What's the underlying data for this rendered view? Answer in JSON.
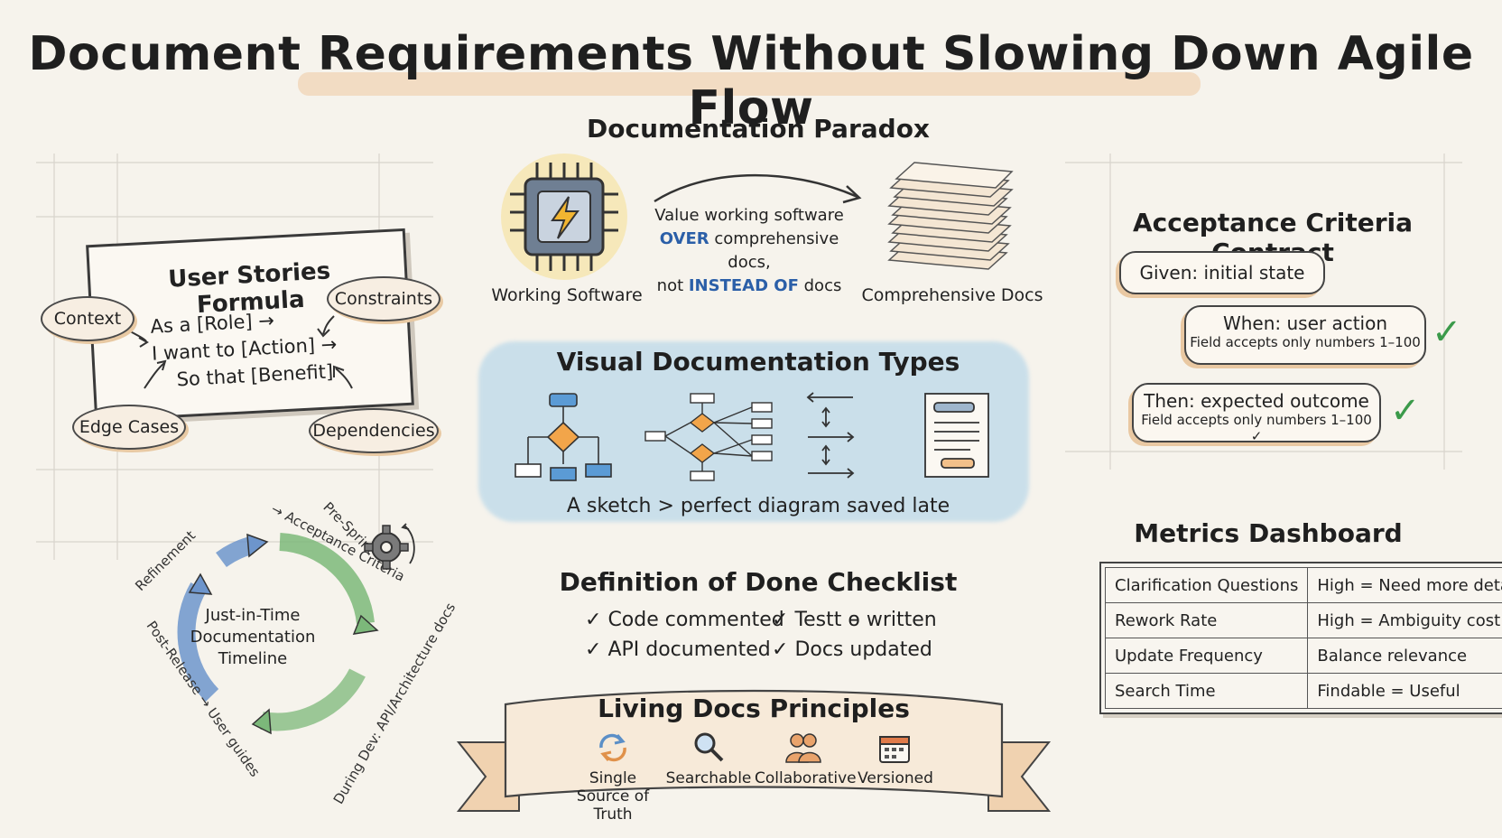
{
  "title": "Document Requirements Without Slowing Down Agile Flow",
  "paradox": {
    "title": "Documentation Paradox",
    "left_label": "Working Software",
    "right_label": "Comprehensive Docs",
    "line1": "Value working software",
    "line2_em": "OVER",
    "line2_rest": " comprehensive docs,",
    "line3_pre": "not ",
    "line3_em": "INSTEAD OF",
    "line3_rest": " docs",
    "accent_color": "#2b5fa8"
  },
  "user_stories": {
    "title": "User Stories Formula",
    "line1": "As a [Role] →",
    "line2": "I want to [Action] →",
    "line3": "So that [Benefit]",
    "nodes": {
      "context": "Context",
      "constraints": "Constraints",
      "edge_cases": "Edge Cases",
      "dependencies": "Dependencies"
    }
  },
  "visual_types": {
    "title": "Visual Documentation Types",
    "caption": "A sketch > perfect diagram saved late",
    "wash_color": "#bcd9ea"
  },
  "timeline": {
    "center_line1": "Just-in-Time",
    "center_line2": "Documentation",
    "center_line3": "Timeline",
    "top_right": "→ Acceptance Criteria",
    "top_right_2": "Pre-Sprint",
    "top_left": "Refinement",
    "bottom_left": "Post-Release → User guides",
    "bottom_right": "During Dev: API/Architecture docs",
    "gear_icon": "gear-icon"
  },
  "dod": {
    "title": "Definition of Done Checklist",
    "items": [
      "Code commented",
      "Testt ɵ written",
      "API documented",
      "Docs updated"
    ]
  },
  "living_docs": {
    "title": "Living Docs Principles",
    "principles": [
      {
        "icon": "sync-icon",
        "label": "Single Source of Truth"
      },
      {
        "icon": "magnifier-icon",
        "label": "Searchable"
      },
      {
        "icon": "people-icon",
        "label": "Collaborative"
      },
      {
        "icon": "calendar-icon",
        "label": "Versioned"
      }
    ]
  },
  "acceptance": {
    "title": "Acceptance Criteria Contract",
    "given": "Given: initial state",
    "when": "When: user action",
    "when_sub": "Field accepts only numbers 1–100",
    "then": "Then: expected outcome",
    "then_sub": "Field accepts only numbers 1–100 ✓",
    "check_color": "#3b9a4a"
  },
  "metrics": {
    "title": "Metrics Dashboard",
    "rows": [
      [
        "Clarification Questions",
        "High = Need more detail"
      ],
      [
        "Rework Rate",
        "High = Ambiguity cost"
      ],
      [
        "Update Frequency",
        "Balance relevance"
      ],
      [
        "Search Time",
        "Findable = Useful"
      ]
    ]
  }
}
